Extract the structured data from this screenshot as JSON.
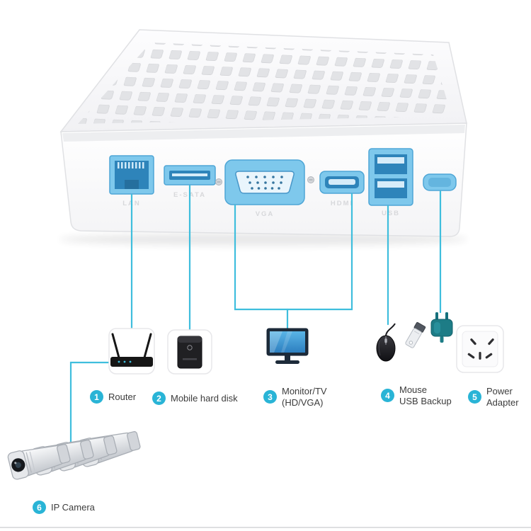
{
  "colors": {
    "cable": "#3fbedd",
    "badge": "#29b4d6",
    "port_light": "#7ec8ec",
    "port_dark": "#2e84ba",
    "device_white": "#ffffff",
    "text": "#3c3c3c"
  },
  "ports": {
    "lan": "LAN",
    "esata": "E-SATA",
    "vga": "VGA",
    "hdmi": "HDMI",
    "usb": "USB"
  },
  "legend": [
    {
      "num": "1",
      "lines": [
        "Router"
      ]
    },
    {
      "num": "2",
      "lines": [
        "Mobile hard disk"
      ]
    },
    {
      "num": "3",
      "lines": [
        "Monitor/TV",
        "(HD/VGA)"
      ]
    },
    {
      "num": "4",
      "lines": [
        "Mouse",
        "USB Backup"
      ]
    },
    {
      "num": "5",
      "lines": [
        "Power",
        "Adapter"
      ]
    },
    {
      "num": "6",
      "lines": [
        "IP Camera"
      ]
    }
  ]
}
